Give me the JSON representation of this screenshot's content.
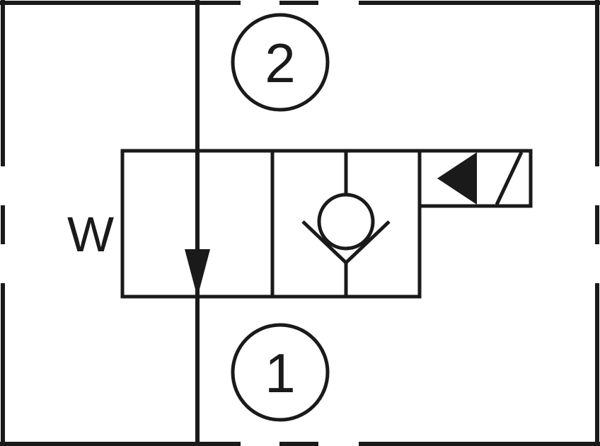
{
  "ports": {
    "top_label": "2",
    "bottom_label": "1"
  },
  "spring_label": "W",
  "colors": {
    "line": "#1a1a1a",
    "fill": "#1a1a1a",
    "background": "#ffffff"
  }
}
